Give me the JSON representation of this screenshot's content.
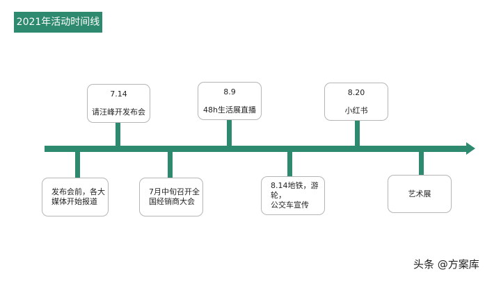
{
  "title": "2021年活动时间线",
  "colors": {
    "accent": "#2e8a6e",
    "box_border": "#b5b5b5"
  },
  "timeline": {
    "above": [
      {
        "date": "7.14",
        "text": "请汪峰开发布会"
      },
      {
        "date": "8.9",
        "text": "48h生活展直播"
      },
      {
        "date": "8.20",
        "text": "小红书"
      }
    ],
    "below": [
      {
        "line1": "发布会前，各大",
        "line2": "媒体开始报道"
      },
      {
        "line1": "7月中旬召开全",
        "line2": "国经销商大会"
      },
      {
        "line1": "8.14地铁，游轮，",
        "line2": "公交车宣传"
      },
      {
        "line1": "艺术展",
        "line2": ""
      }
    ]
  },
  "watermark": "头条 @方案库"
}
